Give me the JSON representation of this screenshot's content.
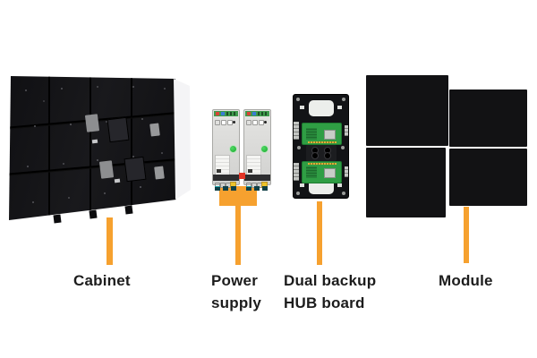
{
  "diagram": {
    "title_present": false,
    "background": "#ffffff",
    "accent_color": "#F6A12F",
    "parts": [
      {
        "id": "cabinet",
        "label": "Cabinet"
      },
      {
        "id": "power-supply",
        "label": "Power supply"
      },
      {
        "id": "hub-board",
        "label": "Dual backup HUB board"
      },
      {
        "id": "module",
        "label": "Module"
      }
    ],
    "colors": {
      "label_text": "#1c1c1c",
      "module_black": "#121214",
      "cabinet_black": "#121215",
      "pcb_green": "#2f9e44",
      "psu_body_gray": "#dedddb",
      "psu_status_led_green": "#29b83e",
      "psu_center_red": "#e23527",
      "psu_terminal_yellow": "#edc32b",
      "psu_connector_teal": "#1fa3a8"
    }
  }
}
